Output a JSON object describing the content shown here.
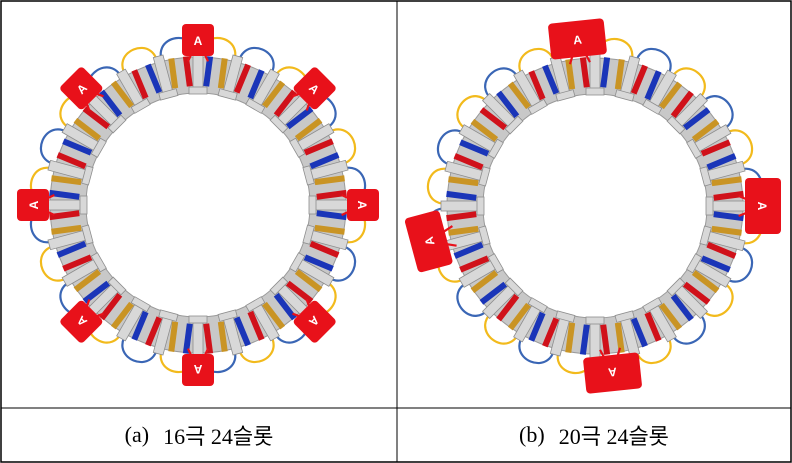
{
  "colors": {
    "phase_a": "#e8111a",
    "phase_b": "#f2ba1c",
    "phase_c": "#3a66b5",
    "bar_red": "#d0111a",
    "bar_blue": "#1a35b8",
    "bar_gold": "#c99424",
    "stator": "#c8c8c8",
    "stator_edge": "#9a9a9a",
    "tooth": "#d8d8d8",
    "tooth_edge": "#8d8d8d",
    "border": "#000000"
  },
  "panels": [
    {
      "id": "a",
      "caption_label": "(a)",
      "caption_text": "16극 24슬롯",
      "terminal_label": "A",
      "slots": 24,
      "terminal_count": 8,
      "terminal_style": "diamond"
    },
    {
      "id": "b",
      "caption_label": "(b)",
      "caption_text": "20극 24슬롯",
      "terminal_label": "A",
      "slots": 24,
      "terminal_count": 4,
      "terminal_style": "box"
    }
  ]
}
